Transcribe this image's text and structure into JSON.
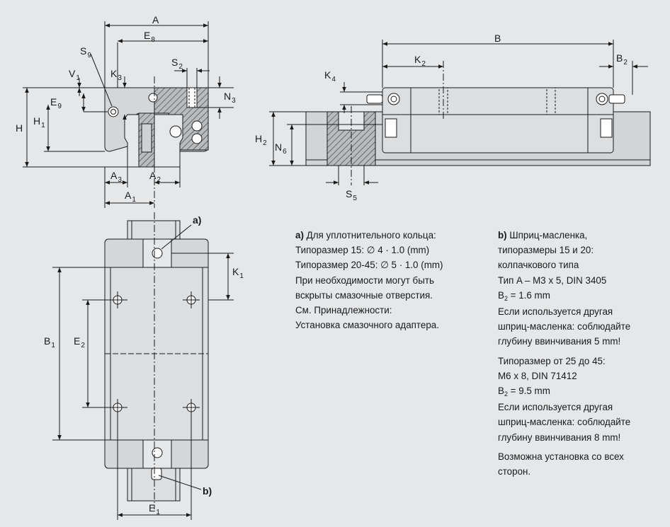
{
  "dims": {
    "A": "A",
    "E": "E",
    "S": "S",
    "V": "V",
    "K": "K",
    "N": "N",
    "H": "H",
    "B": "B",
    "sub_8": "8",
    "sub_9": "9",
    "sub_2": "2",
    "sub_1": "1",
    "sub_3": "3",
    "sub_4": "4",
    "sub_6": "6",
    "sub_5": "5"
  },
  "callouts": {
    "a": "a)",
    "b": "b)"
  },
  "notes_a": {
    "marker": "a)",
    "lines": [
      "Для уплотнительного кольца:",
      "Типоразмер 15: ∅ 4 · 1.0 (mm)",
      "Типоразмер 20-45: ∅ 5 · 1.0 (mm)",
      "При необходимости могут быть",
      "вскрыты смазочные отверстия.",
      "См. Принадлежности:",
      "Установка смазочного адаптера."
    ]
  },
  "notes_b": {
    "marker": "b)",
    "first": "Шприц-масленка,",
    "lines1": [
      "типоразмеры 15 и 20:",
      "колпачкового типа",
      "Тип A – M3 x 5, DIN 3405"
    ],
    "b2_label": "B",
    "b2_sub": "2",
    "b2_value_1": " = 1.6 mm",
    "lines2": [
      "Если используется другая",
      "шприц-масленка: соблюдайте",
      "глубину ввинчивания 5 mm!"
    ],
    "lines3": [
      "Типоразмер от 25 до 45:",
      "M6 x 8, DIN 71412"
    ],
    "b2_value_2": " = 9.5 mm",
    "lines4": [
      "Если используется другая",
      "шприц-масленка: соблюдайте",
      "глубину ввинчивания 8 mm!"
    ],
    "lines5": [
      "Возможна установка со всех",
      "сторон."
    ]
  }
}
